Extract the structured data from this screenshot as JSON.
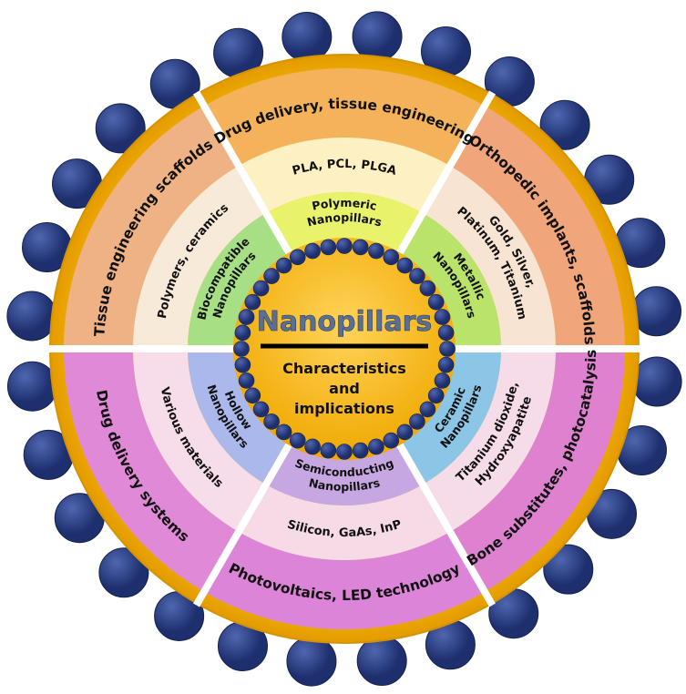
{
  "center": {
    "title": "Nanopillars",
    "subtitle_lines": [
      "Characteristics",
      "and",
      "implications"
    ]
  },
  "sectors": [
    {
      "id": "polymeric",
      "type_lines": [
        "Polymeric",
        "Nanopillars"
      ],
      "materials": [
        "PLA, PCL, PLGA"
      ],
      "application": "Drug delivery, tissue engineering",
      "colors": {
        "inner": "#e8f26a",
        "mid": "#fdf1c3",
        "outer": "#f4b35a"
      }
    },
    {
      "id": "metallic",
      "type_lines": [
        "Metallic",
        "Nanopillars"
      ],
      "materials": [
        "Gold, Silver,",
        "Platinum, Titanium"
      ],
      "application": "Orthopedic implants, scaffolds",
      "colors": {
        "inner": "#b9e36a",
        "mid": "#f7e4d2",
        "outer": "#f1a57a"
      }
    },
    {
      "id": "ceramic",
      "type_lines": [
        "Ceramic",
        "Nanopillars"
      ],
      "materials": [
        "Titanium dioxide,",
        "Hydroxyapatite"
      ],
      "application": "Bone substitutes, photocatalysis",
      "colors": {
        "inner": "#8cc6e6",
        "mid": "#f6dbe9",
        "outer": "#de82cf"
      }
    },
    {
      "id": "semiconducting",
      "type_lines": [
        "Semiconducting",
        "Nanopillars"
      ],
      "materials": [
        "Silicon, GaAs, InP"
      ],
      "application": "Photovoltaics, LED technology",
      "colors": {
        "inner": "#c7a7e2",
        "mid": "#f6dbe6",
        "outer": "#dc84d8"
      }
    },
    {
      "id": "hollow",
      "type_lines": [
        "Hollow",
        "Nanopillars"
      ],
      "materials": [
        "Various materials"
      ],
      "application": "Drug delivery systems",
      "colors": {
        "inner": "#aab8ec",
        "mid": "#f7dce9",
        "outer": "#e089d6"
      }
    },
    {
      "id": "biocompatible",
      "type_lines": [
        "Biocompatible",
        "Nanopillars"
      ],
      "materials": [
        "Polymers, ceramics"
      ],
      "application": "Tissue engineering scaffolds",
      "colors": {
        "inner": "#a6df84",
        "mid": "#f7ead9",
        "outer": "#eeb285"
      }
    }
  ],
  "palette": {
    "bead": "#1e2f6e",
    "bead_highlight": "#4f66b0",
    "gold_ring": "#f5b400",
    "gold_core": "#f7c028",
    "title_color": "#5b6f93",
    "divider_line": "#000000"
  }
}
